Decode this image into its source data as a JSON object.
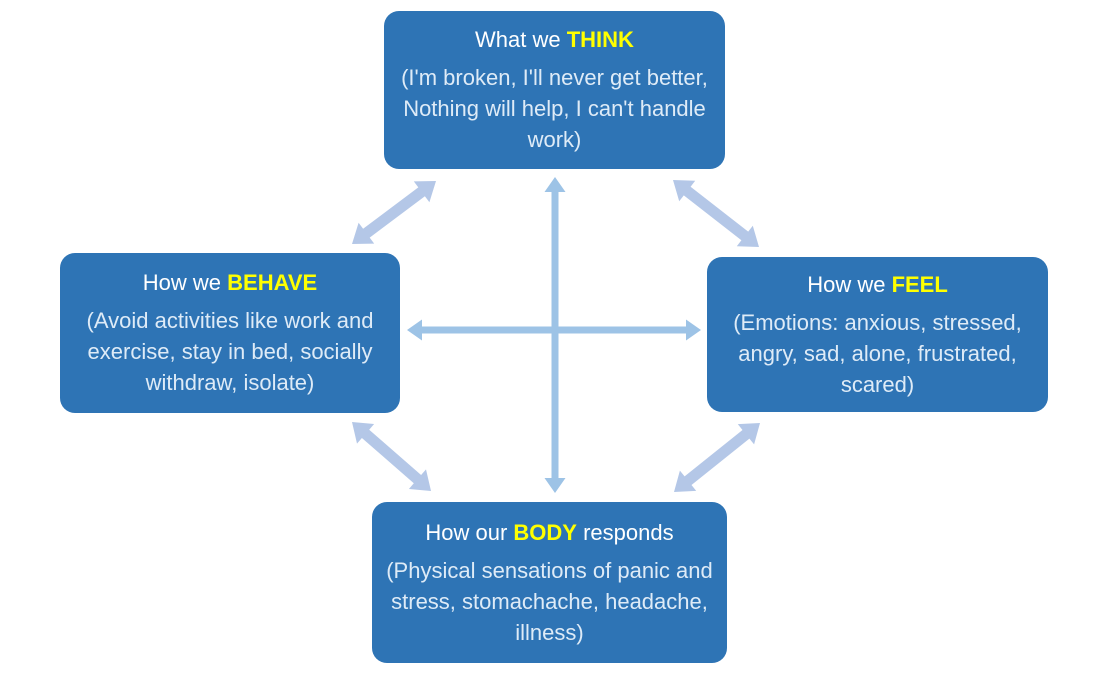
{
  "diagram": {
    "nodes": [
      {
        "id": "think",
        "heading_prefix": "What we ",
        "heading_keyword": "THINK",
        "heading_suffix": "",
        "body": "(I'm broken, I'll never get better, Nothing will help, I can't handle work)"
      },
      {
        "id": "behave",
        "heading_prefix": "How we ",
        "heading_keyword": "BEHAVE",
        "heading_suffix": "",
        "body": "(Avoid activities like work and exercise, stay in bed, socially withdraw, isolate)"
      },
      {
        "id": "feel",
        "heading_prefix": "How we ",
        "heading_keyword": "FEEL",
        "heading_suffix": "",
        "body": "(Emotions: anxious, stressed, angry, sad, alone, frustrated, scared)"
      },
      {
        "id": "body",
        "heading_prefix": "How our ",
        "heading_keyword": "BODY",
        "heading_suffix": " responds",
        "body": "(Physical sensations of panic and stress, stomachache, headache, illness)"
      }
    ],
    "connections": [
      {
        "id": "think-body",
        "between": [
          "think",
          "body"
        ],
        "bidirectional": true
      },
      {
        "id": "behave-feel",
        "between": [
          "behave",
          "feel"
        ],
        "bidirectional": true
      },
      {
        "id": "think-behave",
        "between": [
          "think",
          "behave"
        ],
        "bidirectional": true
      },
      {
        "id": "think-feel",
        "between": [
          "think",
          "feel"
        ],
        "bidirectional": true
      },
      {
        "id": "behave-body",
        "between": [
          "behave",
          "body"
        ],
        "bidirectional": true
      },
      {
        "id": "feel-body",
        "between": [
          "feel",
          "body"
        ],
        "bidirectional": true
      }
    ]
  },
  "colors": {
    "background": "#FFFFFF",
    "box_fill": "#2E74B5",
    "heading_text": "#FFFFFF",
    "keyword_text": "#FFFF00",
    "body_text": "#DEEBF7",
    "arrow_straight": "#9DC3E6",
    "arrow_diagonal": "#B4C7E7"
  }
}
